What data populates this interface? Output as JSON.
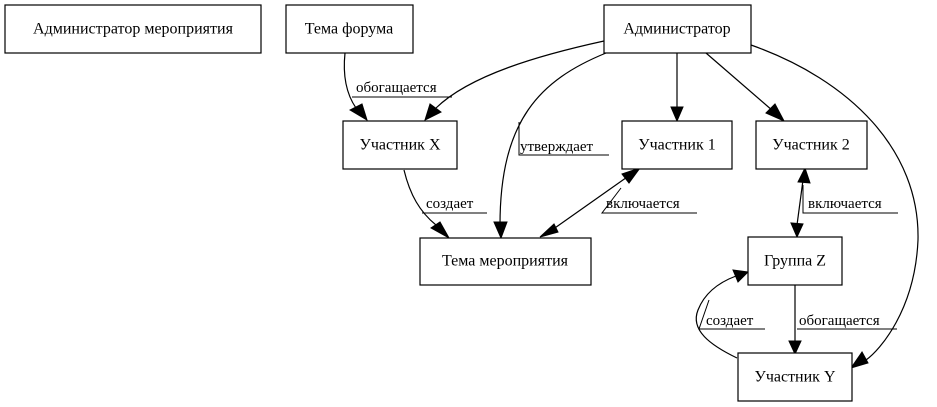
{
  "diagram": {
    "nodes": [
      {
        "id": "admin_event",
        "label": "Администратор мероприятия"
      },
      {
        "id": "forum_topic",
        "label": "Тема форума"
      },
      {
        "id": "admin",
        "label": "Администратор"
      },
      {
        "id": "participant_x",
        "label": "Участник X"
      },
      {
        "id": "participant_1",
        "label": "Участник 1"
      },
      {
        "id": "participant_2",
        "label": "Участник 2"
      },
      {
        "id": "event_topic",
        "label": "Тема мероприятия"
      },
      {
        "id": "group_z",
        "label": "Группа Z"
      },
      {
        "id": "participant_y",
        "label": "Участник Y"
      }
    ],
    "edges": [
      {
        "from": "forum_topic",
        "to": "participant_x",
        "label": "обогащается",
        "dir": "forward"
      },
      {
        "from": "admin",
        "to": "participant_x",
        "label": "",
        "dir": "forward"
      },
      {
        "from": "admin",
        "to": "event_topic",
        "label": "утверждает",
        "dir": "forward"
      },
      {
        "from": "admin",
        "to": "participant_1",
        "label": "",
        "dir": "forward"
      },
      {
        "from": "admin",
        "to": "participant_2",
        "label": "",
        "dir": "forward"
      },
      {
        "from": "admin",
        "to": "participant_y",
        "label": "",
        "dir": "forward"
      },
      {
        "from": "participant_x",
        "to": "event_topic",
        "label": "создает",
        "dir": "forward"
      },
      {
        "from": "participant_1",
        "to": "event_topic",
        "label": "включается",
        "dir": "both"
      },
      {
        "from": "participant_2",
        "to": "group_z",
        "label": "включается",
        "dir": "both"
      },
      {
        "from": "group_z",
        "to": "participant_y",
        "label": "обогащается",
        "dir": "forward"
      },
      {
        "from": "participant_y",
        "to": "group_z",
        "label": "создает",
        "dir": "forward"
      }
    ]
  }
}
